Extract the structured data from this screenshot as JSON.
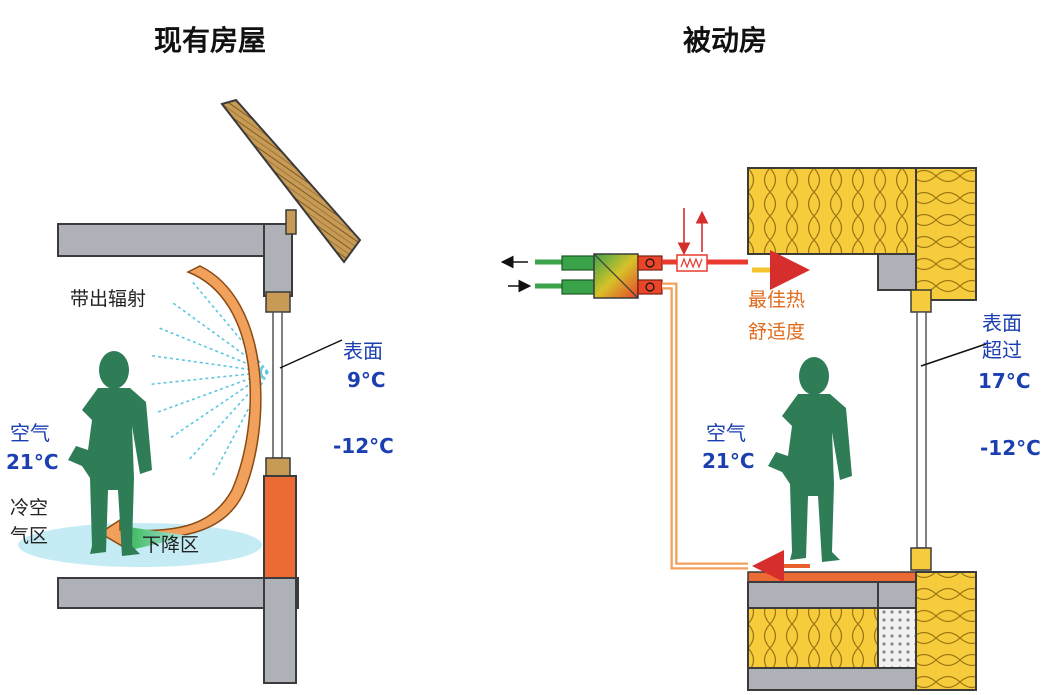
{
  "titles": {
    "existing_house": "现有房屋",
    "passive_house": "被动房"
  },
  "existing": {
    "radiation_label": "带出辐射",
    "surface_label": "表面",
    "surface_temp": "9°C",
    "outdoor_temp": "-12°C",
    "air_label": "空气",
    "air_temp": "21°C",
    "cold_zone_line1": "冷空",
    "cold_zone_line2": "气区",
    "downdraft_label": "下降区"
  },
  "passive": {
    "comfort_line1": "最佳热",
    "comfort_line2": "舒适度",
    "surface_line1": "表面",
    "surface_line2": "超过",
    "surface_temp": "17°C",
    "outdoor_temp": "-12°C",
    "air_label": "空气",
    "air_temp": "21°C"
  },
  "colors": {
    "wall_gray": "#aeb2b8",
    "insulation_yellow": "#f6cc3c",
    "person_green": "#2f7d57",
    "brick_orange": "#ec6a34",
    "text_blue": "#1b3fb0",
    "text_orange": "#e06a1b",
    "cold_air_cyan": "#bfeaf3"
  }
}
